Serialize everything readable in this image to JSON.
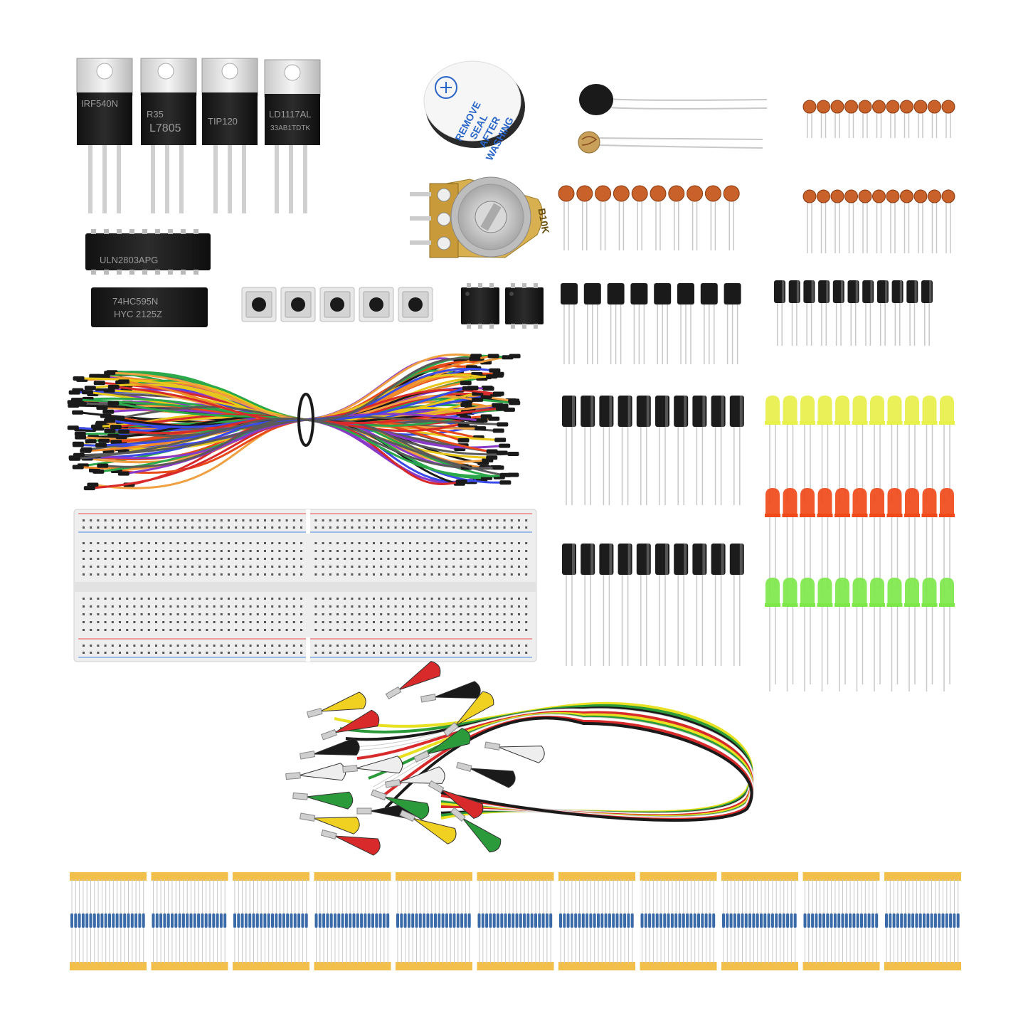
{
  "colors": {
    "background": "#ffffff",
    "cap_ceramic": "#c8622a",
    "led_yellow": "#e8f04a",
    "led_red": "#f04a1a",
    "led_green": "#7ee84a",
    "resistor_tape": "#f2c04a",
    "electrolytic": "#1c1c1c",
    "breadboard": "#eeeeee"
  },
  "regulators": [
    {
      "marking": "IRF540N"
    },
    {
      "marking": "L7805"
    },
    {
      "marking": "TIP120"
    },
    {
      "marking": "LD1117AL"
    }
  ],
  "regulator_sub": [
    "",
    "R35",
    "",
    "33AB1TDTK"
  ],
  "chips": {
    "uln": "ULN2803APG",
    "hc595_line1": "74HC595N",
    "hc595_line2": "HYC 2125Z"
  },
  "buzzer_label": {
    "line1": "REMOVE",
    "line2": "SEAL",
    "line3": "AFTER",
    "line4": "WASHING"
  },
  "potentiometer_label": "B10K",
  "counts": {
    "push_buttons": 5,
    "optocouplers": 2,
    "ceramic_caps_rows": 3,
    "transistors": 8,
    "electrolytic_rows": 3,
    "leds_per_row": 11,
    "resistor_packs": 11
  }
}
